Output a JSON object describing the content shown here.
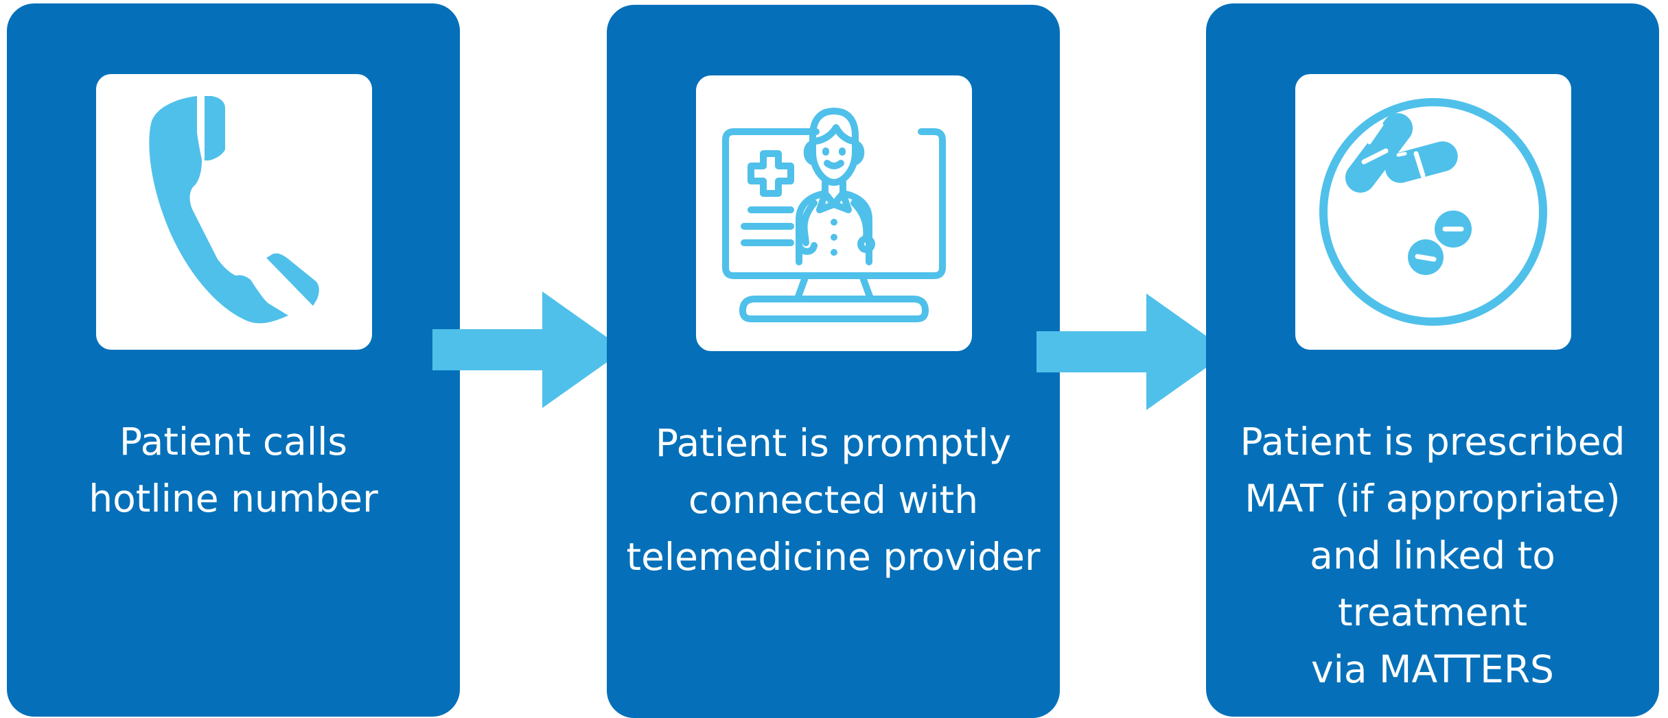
{
  "colors": {
    "card_background": "#0570b9",
    "icon_box_background": "#ffffff",
    "icon_color": "#4fc0ea",
    "arrow_color": "#4fc0ea",
    "text_color": "#ffffff"
  },
  "steps": [
    {
      "icon": "telephone-handset-icon",
      "text": "Patient calls\nhotline number"
    },
    {
      "icon": "telemedicine-doctor-monitor-icon",
      "text": "Patient is promptly\nconnected with\ntelemedicine provider"
    },
    {
      "icon": "medication-pills-icon",
      "text": "Patient is prescribed\nMAT (if appropriate)\nand linked to treatment\nvia MATTERS"
    }
  ],
  "connectors": [
    {
      "icon": "right-arrow-icon",
      "from": 1,
      "to": 2
    },
    {
      "icon": "right-arrow-icon",
      "from": 2,
      "to": 3
    }
  ]
}
